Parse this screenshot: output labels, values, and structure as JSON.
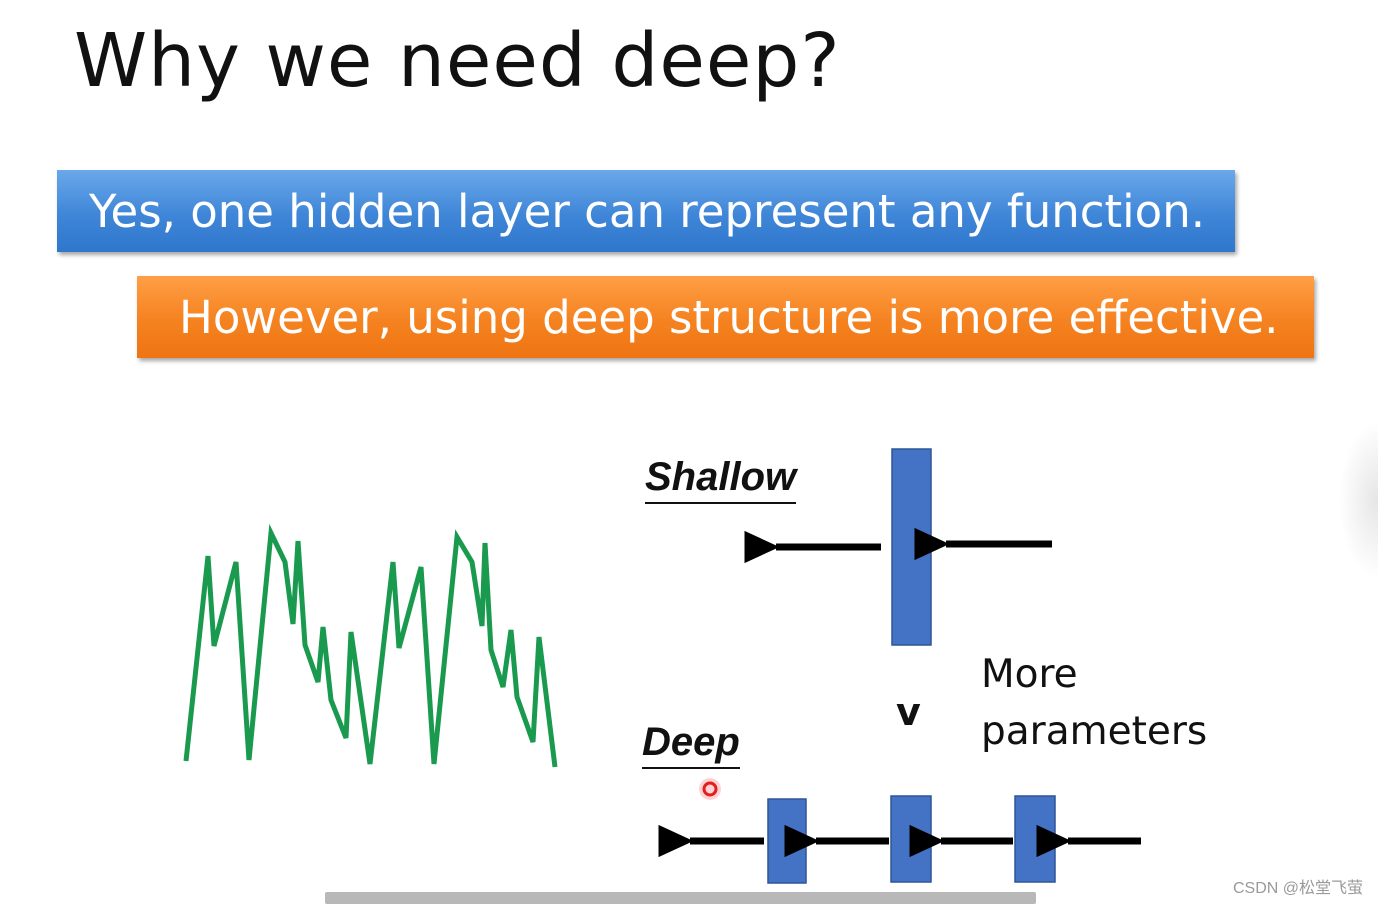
{
  "title": "Why we need deep?",
  "banners": {
    "blue": "Yes, one hidden layer can represent any function.",
    "orange": "However, using deep structure is more effective."
  },
  "labels": {
    "shallow": "Shallow",
    "deep": "Deep",
    "comparison": "v",
    "more_line1": "More",
    "more_line2": "parameters"
  },
  "colors": {
    "signal_line": "#1a9a4e",
    "layer_block": "#4472c4",
    "arrow": "#000000",
    "banner_blue": "#3f86d8",
    "banner_orange": "#f58220",
    "cursor_dot": "#e02020"
  },
  "watermark": "CSDN @松堂飞萤"
}
